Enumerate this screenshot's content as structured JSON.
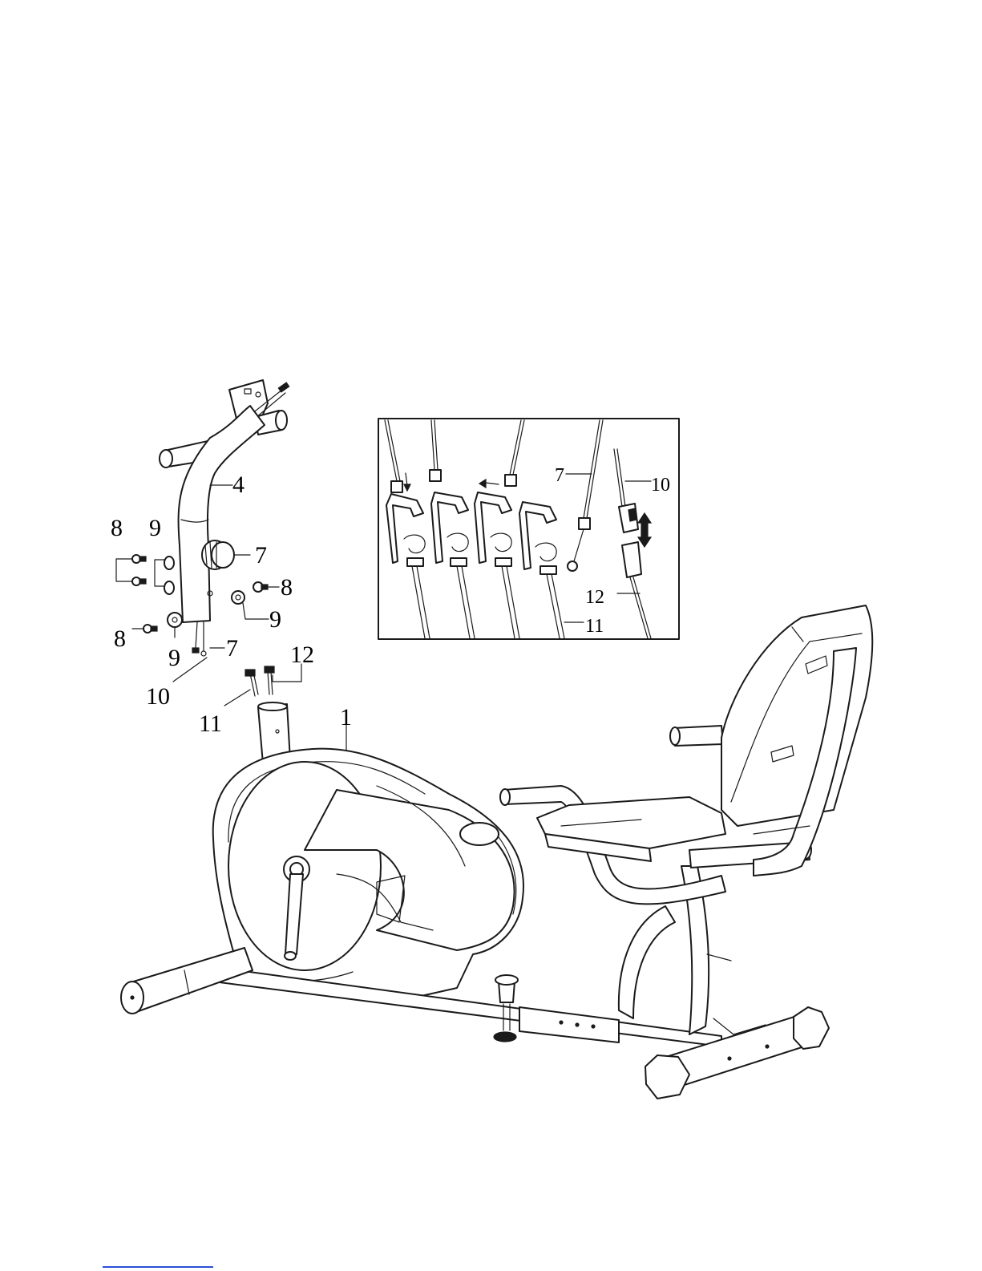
{
  "callouts": {
    "n1": "1",
    "n4": "4",
    "n7a": "7",
    "n7b": "7",
    "n8a": "8",
    "n8b": "8",
    "n8c": "8",
    "n9a": "9",
    "n9b": "9",
    "n9c": "9",
    "n10": "10",
    "n11": "11",
    "n12": "12"
  },
  "detail_callouts": {
    "n7": "7",
    "n10": "10",
    "n11": "11",
    "n12": "12"
  },
  "colors": {
    "ink": "#1a1a1a",
    "footer_rule": "#2b4fd6"
  }
}
